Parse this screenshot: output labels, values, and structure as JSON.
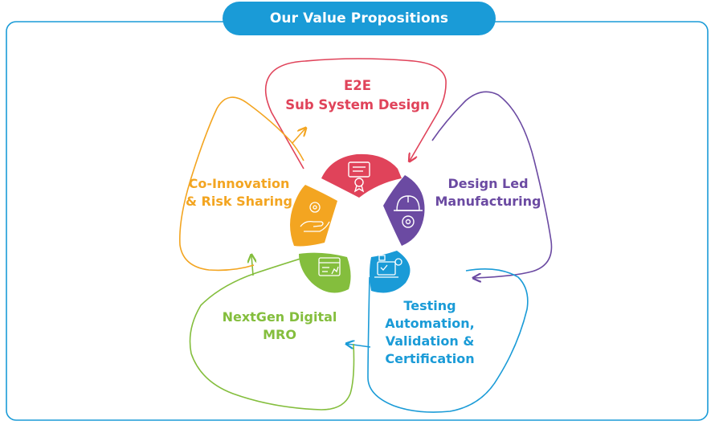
{
  "header": {
    "title": "Our Value Propositions"
  },
  "colors": {
    "frame": "#1a9bd7",
    "e2e": "#e0435a",
    "design_led": "#6b4aa2",
    "testing": "#1a9bd7",
    "nextgen": "#84be3d",
    "co_innovation": "#f3a521"
  },
  "petals": {
    "e2e": {
      "lines": [
        "E2E",
        "Sub System Design"
      ],
      "icon": "certificate-icon"
    },
    "design_led": {
      "lines": [
        "Design Led",
        "Manufacturing"
      ],
      "icon": "hardhat-gear-icon"
    },
    "testing": {
      "lines": [
        "Testing",
        "Automation,",
        "Validation &",
        "Certification"
      ],
      "icon": "laptop-checklist-icon"
    },
    "nextgen": {
      "lines": [
        "NextGen Digital",
        "MRO"
      ],
      "icon": "dashboard-window-icon"
    },
    "co_innovation": {
      "lines": [
        "Co-Innovation",
        "& Risk Sharing"
      ],
      "icon": "hand-gear-icon"
    }
  }
}
